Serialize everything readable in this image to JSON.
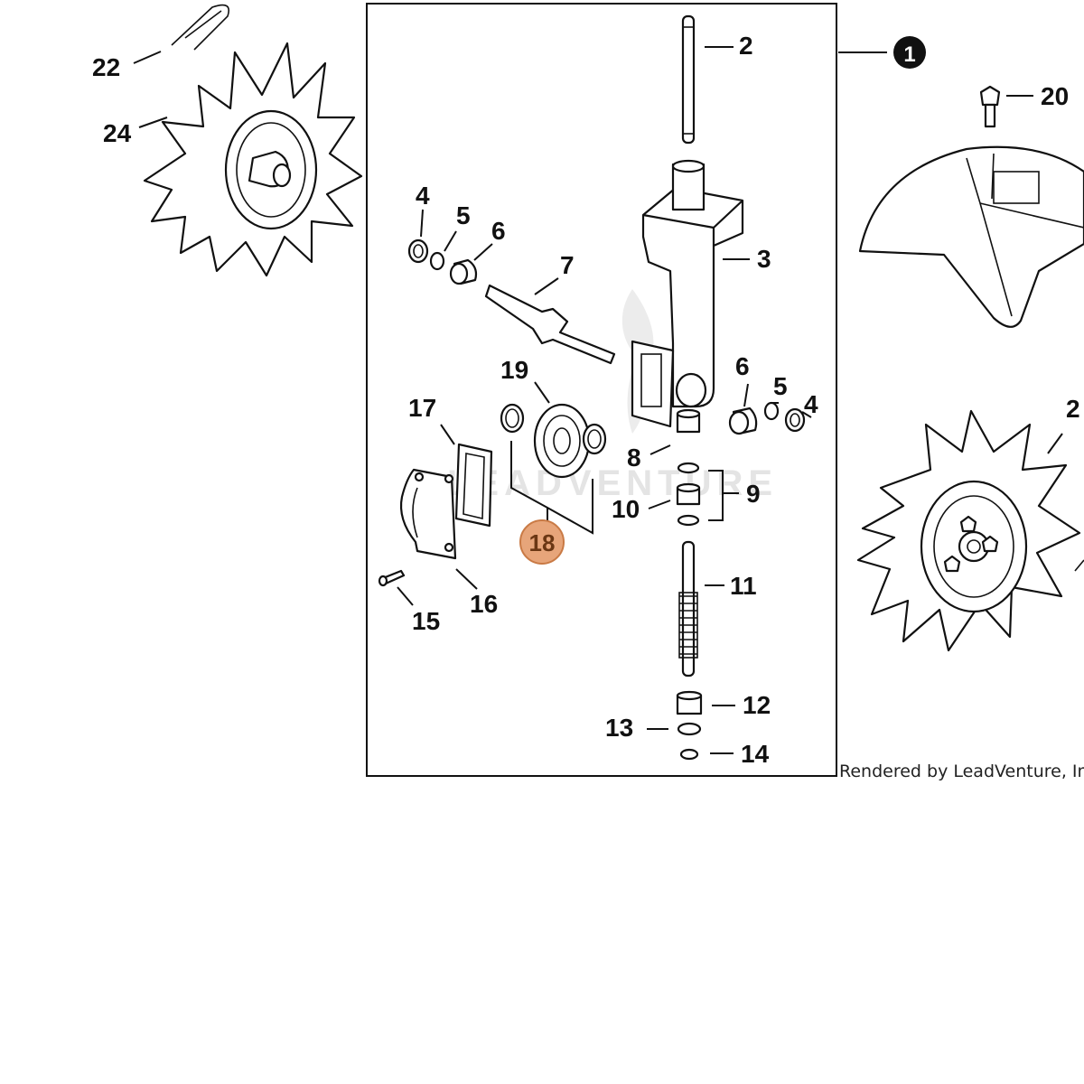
{
  "assembly_badge": "1",
  "highlight_color": "#e7a57a",
  "highlight_stroke": "#c97a45",
  "callouts": {
    "c2": "2",
    "c3": "3",
    "c4a": "4",
    "c5a": "5",
    "c6a": "6",
    "c7": "7",
    "c19": "19",
    "c17": "17",
    "c18": "18",
    "c6b": "6",
    "c5b": "5",
    "c4b": "4",
    "c8": "8",
    "c9": "9",
    "c10": "10",
    "c11": "11",
    "c12": "12",
    "c13": "13",
    "c14": "14",
    "c15": "15",
    "c16": "16",
    "c20": "20",
    "c22": "22",
    "c24": "24",
    "c2r": "2"
  },
  "watermark": "LEADVENTURE",
  "credit": "Rendered by LeadVenture, Inc."
}
